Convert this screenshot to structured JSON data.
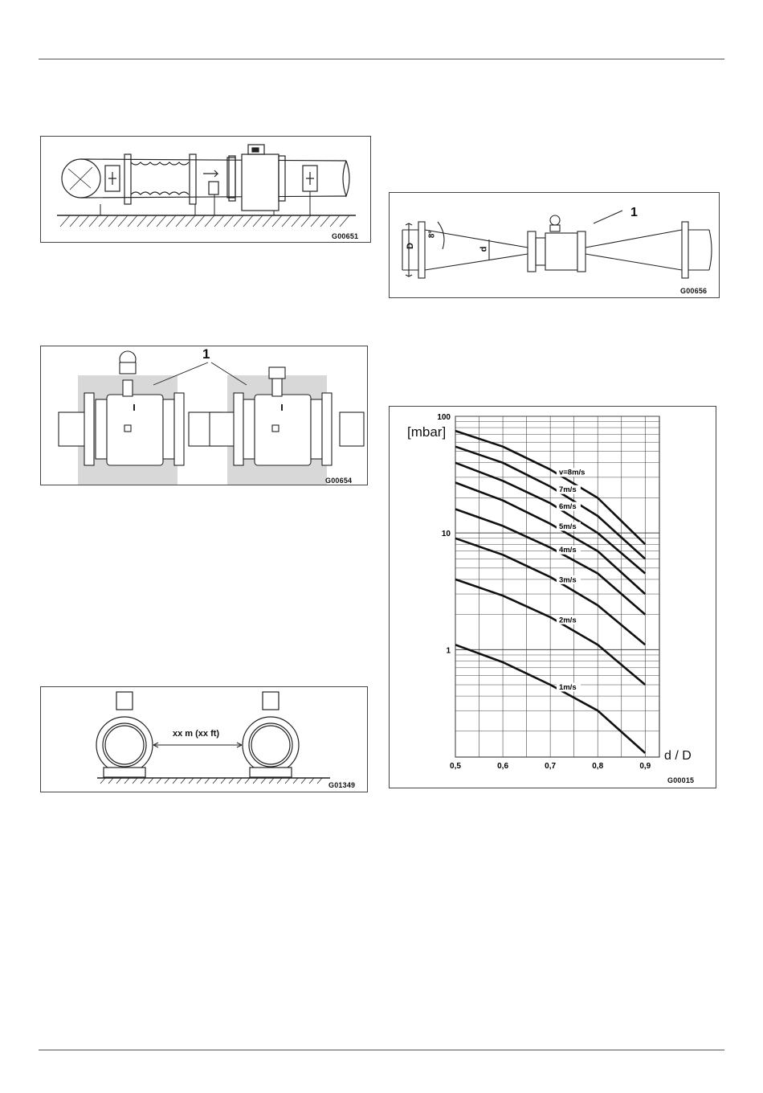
{
  "figures": {
    "fig1": {
      "code": "G00651"
    },
    "fig2": {
      "code": "G00654",
      "callout": "1"
    },
    "fig3": {
      "code": "G01349",
      "distance": "xx m (xx ft)"
    },
    "fig4": {
      "code": "G00656",
      "callout": "1",
      "label_D": "D",
      "label_d": "d",
      "angle": "8°"
    }
  },
  "chart_data": {
    "type": "line",
    "code": "G00015",
    "ylabel": "[mbar]",
    "xlabel": "d / D",
    "yscale": "log",
    "ylim": [
      0.12,
      100
    ],
    "xlim": [
      0.5,
      0.93
    ],
    "xticks": [
      "0,5",
      "0,6",
      "0,7",
      "0,8",
      "0,9"
    ],
    "yticks": [
      "1",
      "10",
      "100"
    ],
    "series": [
      {
        "name": "v=8m/s",
        "x": [
          0.5,
          0.6,
          0.7,
          0.8,
          0.9
        ],
        "y": [
          75,
          55,
          35,
          20,
          8
        ]
      },
      {
        "name": "7m/s",
        "x": [
          0.5,
          0.6,
          0.7,
          0.8,
          0.9
        ],
        "y": [
          55,
          40,
          25,
          14,
          6
        ]
      },
      {
        "name": "6m/s",
        "x": [
          0.5,
          0.6,
          0.7,
          0.8,
          0.9
        ],
        "y": [
          40,
          28,
          18,
          10,
          4.5
        ]
      },
      {
        "name": "5m/s",
        "x": [
          0.5,
          0.6,
          0.7,
          0.8,
          0.9
        ],
        "y": [
          27,
          19,
          12,
          7,
          3
        ]
      },
      {
        "name": "4m/s",
        "x": [
          0.5,
          0.6,
          0.7,
          0.8,
          0.9
        ],
        "y": [
          16,
          11.5,
          7.5,
          4.5,
          2
        ]
      },
      {
        "name": "3m/s",
        "x": [
          0.5,
          0.6,
          0.7,
          0.8,
          0.9
        ],
        "y": [
          9,
          6.5,
          4.2,
          2.4,
          1.1
        ]
      },
      {
        "name": "2m/s",
        "x": [
          0.5,
          0.6,
          0.7,
          0.8,
          0.9
        ],
        "y": [
          4,
          2.9,
          1.9,
          1.1,
          0.5
        ]
      },
      {
        "name": "1m/s",
        "x": [
          0.5,
          0.6,
          0.7,
          0.8,
          0.9
        ],
        "y": [
          1.1,
          0.78,
          0.5,
          0.3,
          0.13
        ]
      }
    ]
  }
}
